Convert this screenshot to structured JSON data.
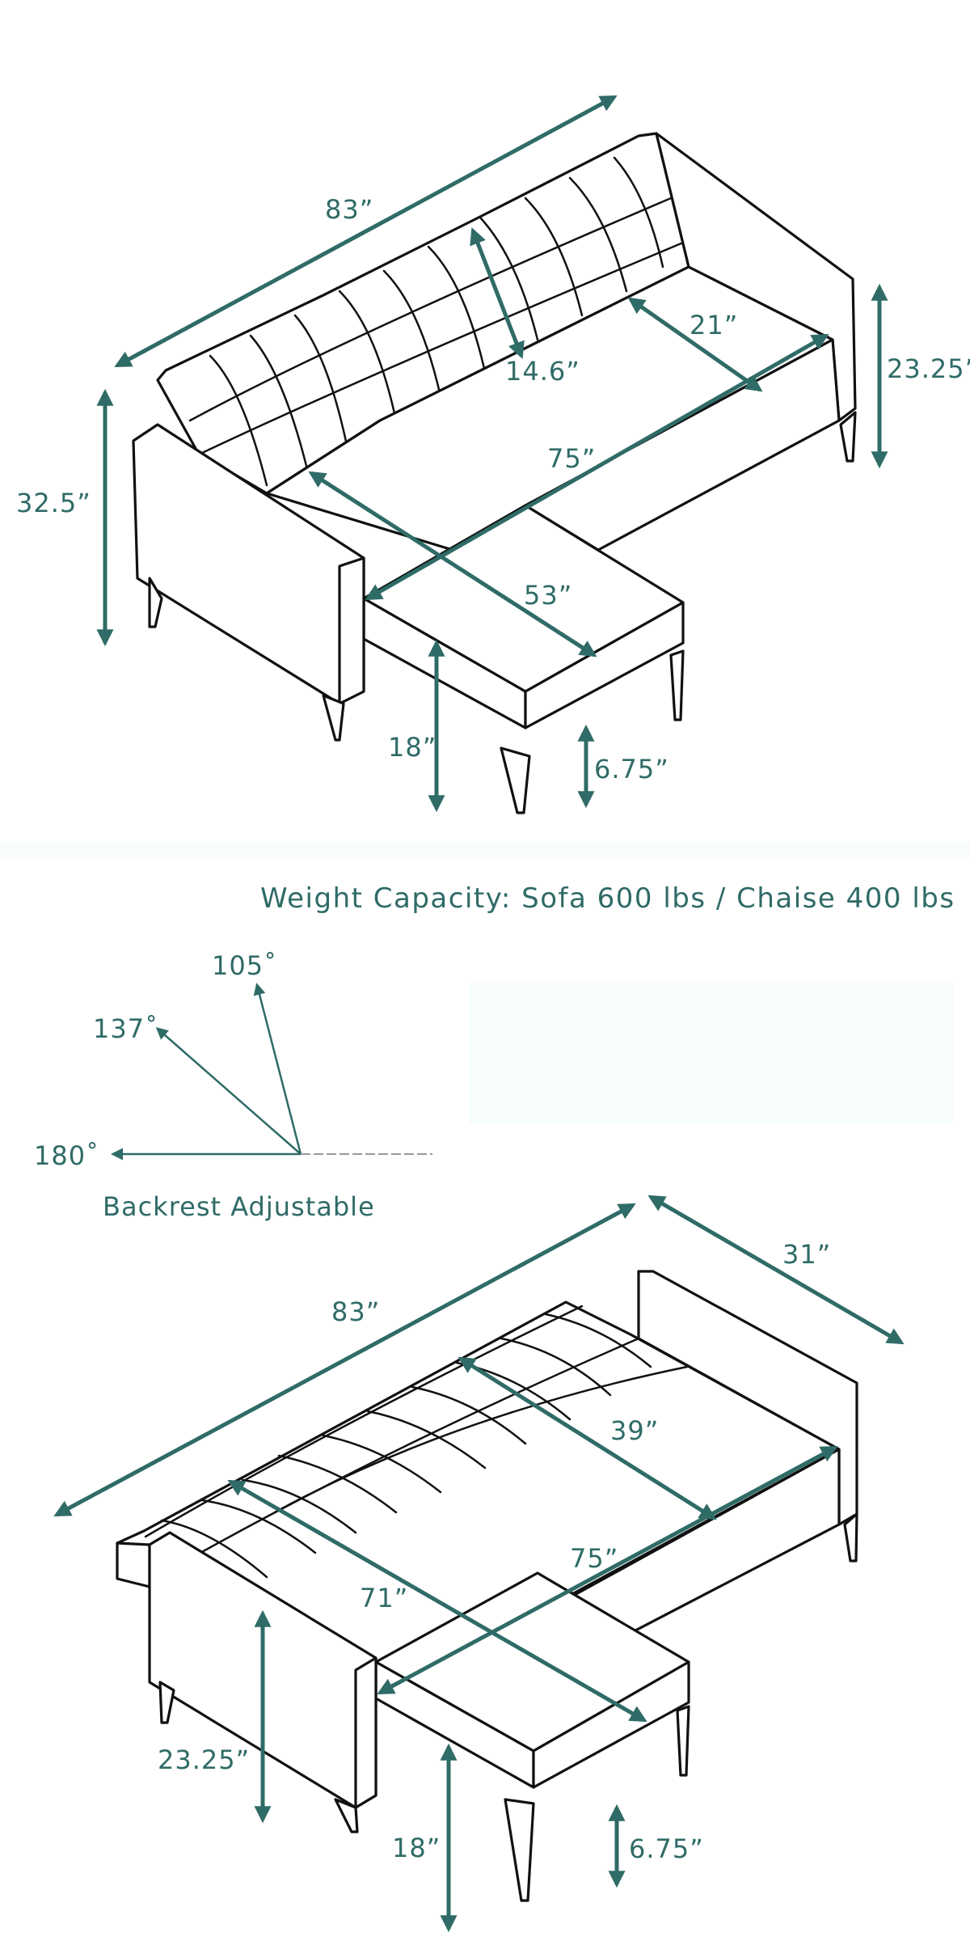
{
  "colors": {
    "accent": "#2f6b67",
    "outline": "#111111",
    "background": "#ffffff"
  },
  "top": {
    "width": "83”",
    "depth": "14.6”",
    "seat_depth": "21”",
    "back_height": "23.25”",
    "total_height": "32.5”",
    "seat_width": "75”",
    "chaise_length": "53”",
    "seat_height": "18”",
    "leg_height": "6.75”"
  },
  "weight_capacity": "Weight Capacity: Sofa 600 lbs / Chaise 400 lbs",
  "angles": {
    "a105": "105˚",
    "a137": "137˚",
    "a180": "180˚",
    "caption": "Backrest Adjustable"
  },
  "bed": {
    "width": "83”",
    "depth": "31”",
    "back_depth": "39”",
    "seat_width": "75”",
    "chaise_length": "71”",
    "arm_height": "23.25”",
    "seat_height": "18”",
    "leg_height": "6.75”"
  }
}
